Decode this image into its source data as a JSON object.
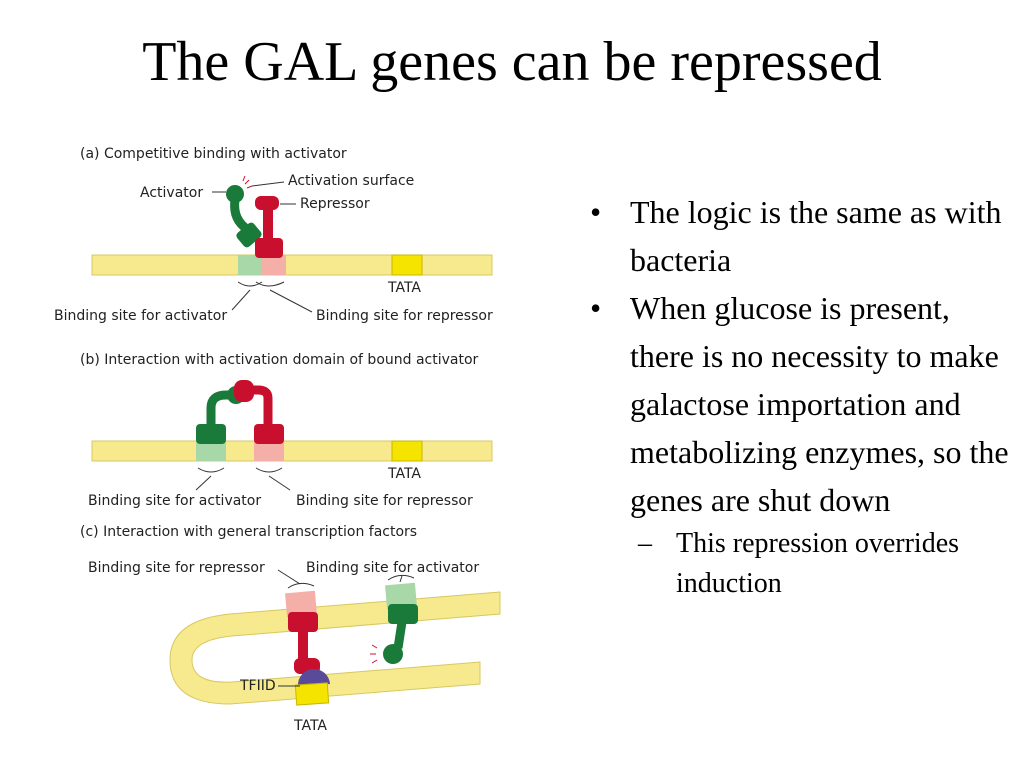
{
  "slide": {
    "title": "The GAL genes can be repressed"
  },
  "figure": {
    "panel_a": {
      "heading": "(a)  Competitive binding with activator",
      "activator": "Activator",
      "activation_surface": "Activation surface",
      "repressor": "Repressor",
      "tata": "TATA",
      "binding_activator": "Binding site for activator",
      "binding_repressor": "Binding site for repressor"
    },
    "panel_b": {
      "heading": "(b)  Interaction with activation domain of bound activator",
      "tata": "TATA",
      "binding_activator": "Binding site for activator",
      "binding_repressor": "Binding site for repressor"
    },
    "panel_c": {
      "heading": "(c)  Interaction with general transcription factors",
      "binding_repressor": "Binding site for repressor",
      "binding_activator": "Binding site for activator",
      "tfiid": "TFIID",
      "tata": "TATA"
    },
    "colors": {
      "dna": "#f7e98e",
      "activator": "#1a7a3a",
      "repressor": "#c8102e",
      "activator_site": "#a8d8a8",
      "repressor_site": "#f4b0a8",
      "tata_box": "#f5e400",
      "tfiid": "#5a4a9a"
    }
  },
  "bullets": [
    {
      "text": "The logic is the same as with bacteria",
      "subs": []
    },
    {
      "text": "When glucose is present, there is no necessity to make galactose importation and metabolizing enzymes, so the genes are shut down",
      "subs": [
        "This repression overrides induction"
      ]
    }
  ]
}
